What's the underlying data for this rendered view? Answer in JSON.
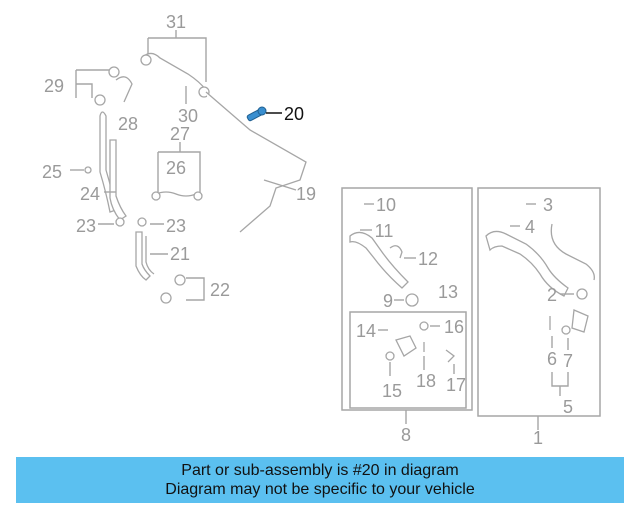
{
  "callouts": {
    "c1": "1",
    "c2": "2",
    "c3": "3",
    "c4": "4",
    "c5": "5",
    "c6": "6",
    "c7": "7",
    "c8": "8",
    "c9": "9",
    "c10": "10",
    "c11": "11",
    "c12": "12",
    "c13": "13",
    "c14": "14",
    "c15": "15",
    "c16": "16",
    "c17": "17",
    "c18": "18",
    "c19": "19",
    "c20": "20",
    "c21": "21",
    "c22": "22",
    "c23a": "23",
    "c23b": "23",
    "c24": "24",
    "c25": "25",
    "c26": "26",
    "c27": "27",
    "c28": "28",
    "c29": "29",
    "c30": "30",
    "c31": "31"
  },
  "highlight_callout": "20",
  "colors": {
    "highlight_part": "#3a8fd0",
    "banner_bg": "#5bc0f0",
    "lines": "#a6a6a6"
  },
  "banner": {
    "line1": "Part or sub-assembly is #20 in diagram",
    "line2": "Diagram may not be specific to your vehicle"
  }
}
